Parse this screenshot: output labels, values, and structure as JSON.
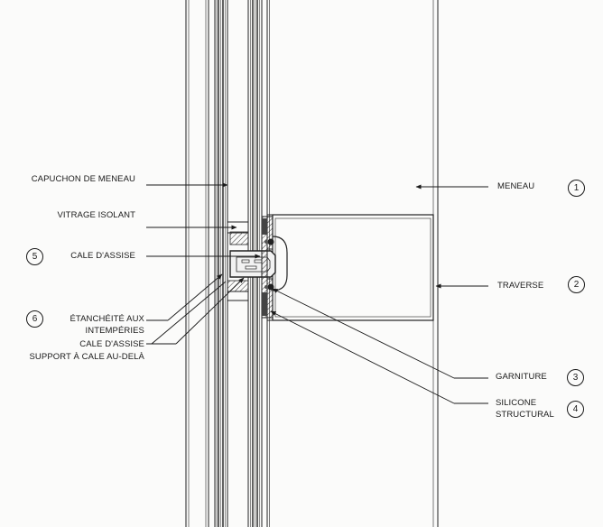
{
  "labels_left": {
    "capuchon": "CAPUCHON DE MENEAU",
    "vitrage": "VITRAGE ISOLANT",
    "cale1": "CALE D'ASSISE",
    "etancheite_line1": "ÉTANCHÉITÉ AUX",
    "etancheite_line2": "INTEMPÉRIES",
    "cale2": "CALE D'ASSISE",
    "support": "SUPPORT À CALE AU-DELÀ"
  },
  "labels_right": {
    "meneau": "MENEAU",
    "traverse": "TRAVERSE",
    "garniture": "GARNITURE",
    "silicone_line1": "SILICONE",
    "silicone_line2": "STRUCTURAL"
  },
  "callouts": {
    "c1": "1",
    "c2": "2",
    "c3": "3",
    "c4": "4",
    "c5": "5",
    "c6": "6"
  }
}
